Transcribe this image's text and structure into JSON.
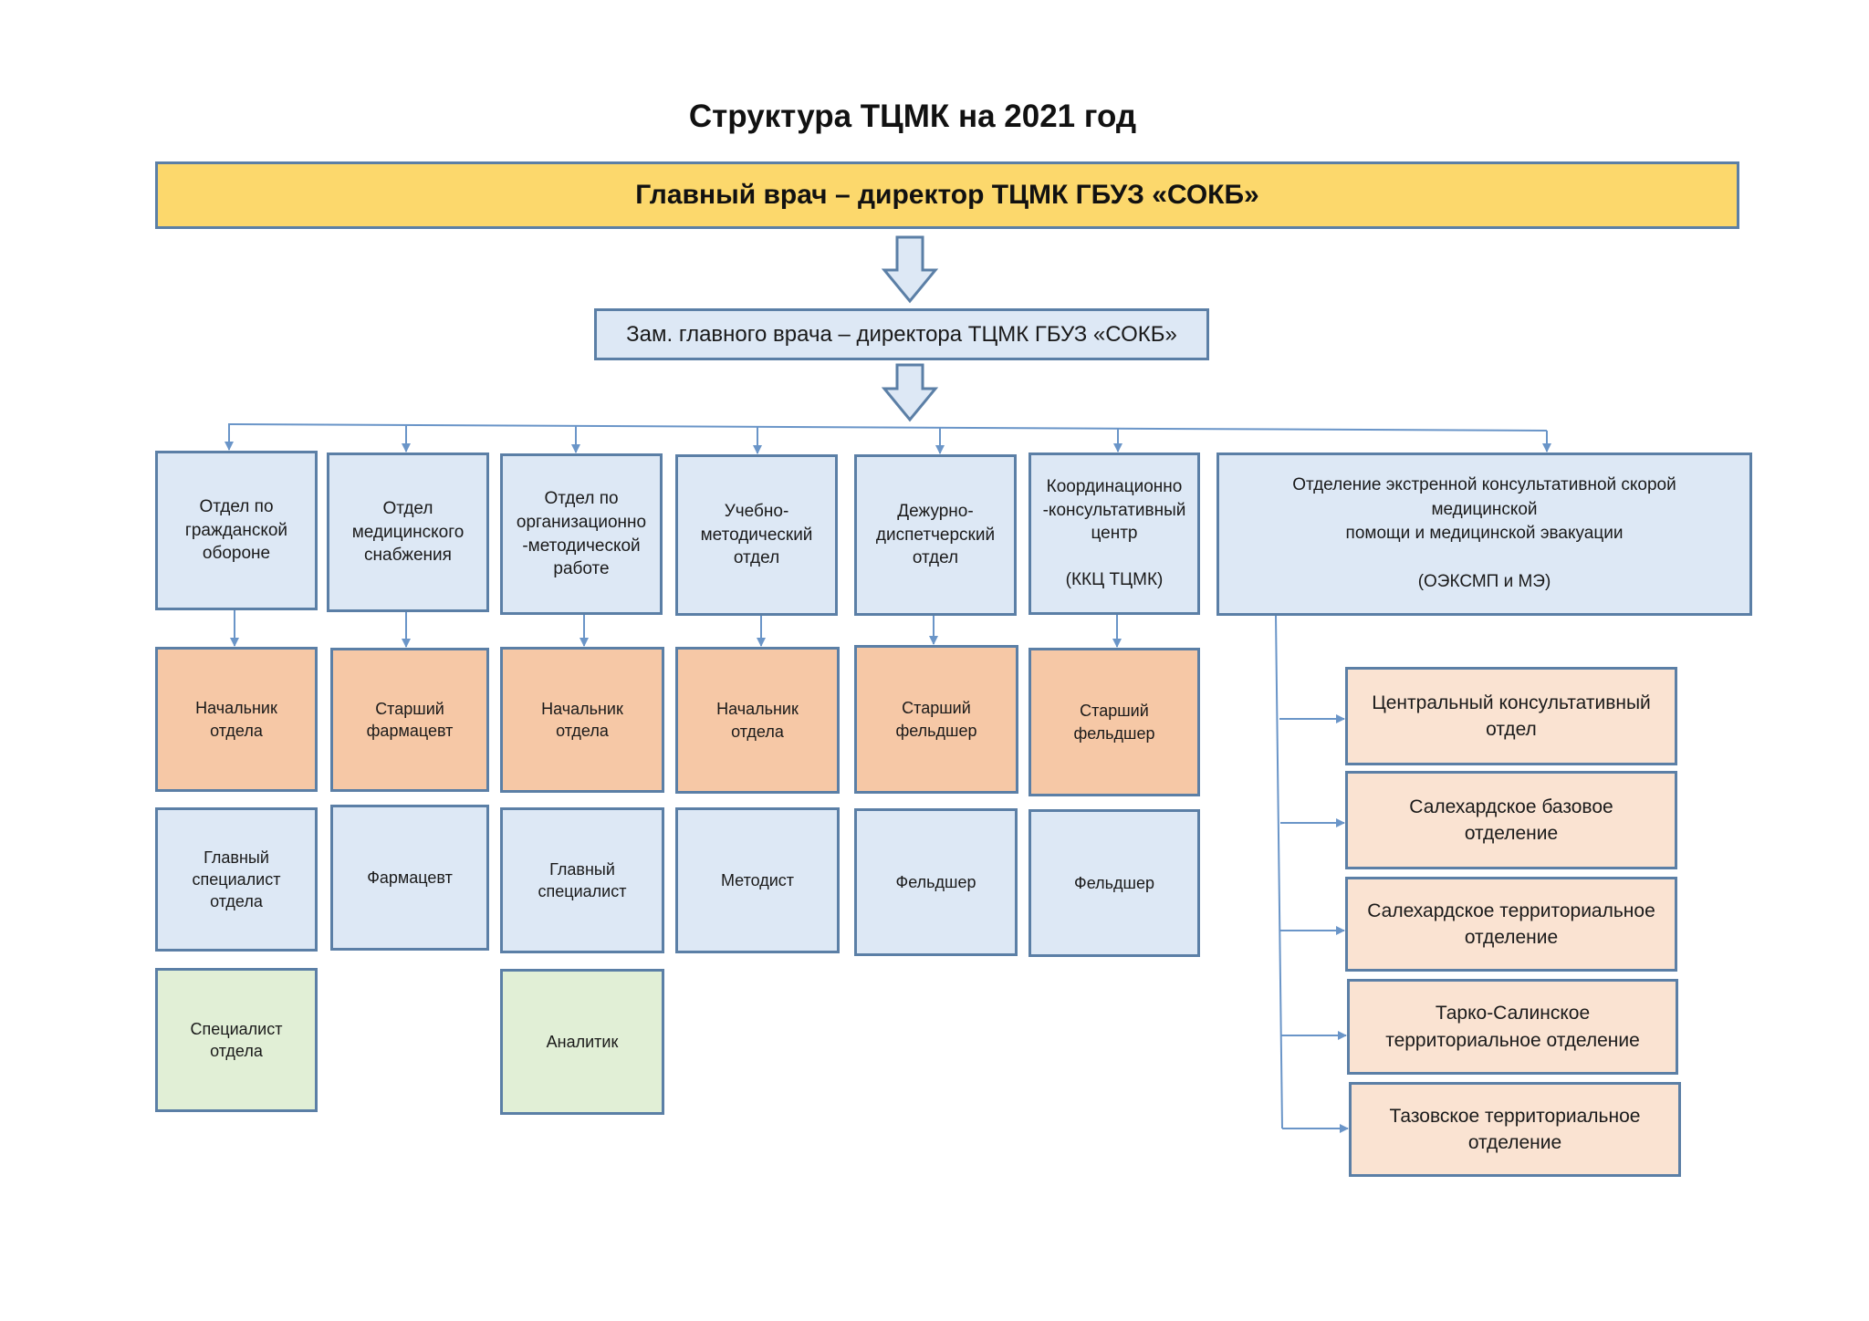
{
  "title": "Структура ТЦМК на 2021 год",
  "head": "Главный врач – директор ТЦМК ГБУЗ «СОКБ»",
  "deputy": "Зам. главного врача – директора ТЦМК ГБУЗ «СОКБ»",
  "departments": [
    {
      "name": "Отдел по\nгражданской\nобороне",
      "roles": [
        "Начальник\nотдела",
        "Главный\nспециалист\nотдела",
        "Специалист\nотдела"
      ]
    },
    {
      "name": "Отдел\nмедицинского\nснабжения",
      "roles": [
        "Старший\nфармацевт",
        "Фармацевт"
      ]
    },
    {
      "name": "Отдел по\nорганизационно\n-методической\nработе",
      "roles": [
        "Начальник\nотдела",
        "Главный\nспециалист",
        "Аналитик"
      ]
    },
    {
      "name": "Учебно-\nметодический\nотдел",
      "roles": [
        "Начальник\nотдела",
        "Методист"
      ]
    },
    {
      "name": "Дежурно-\nдиспетчерский\nотдел",
      "roles": [
        "Старший\nфельдшер",
        "Фельдшер"
      ]
    },
    {
      "name": "Координационно\n-консультативный\nцентр\n\n(ККЦ ТЦМК)",
      "roles": [
        "Старший\nфельдшер",
        "Фельдшер"
      ]
    }
  ],
  "emergency": {
    "name": "Отделение экстренной консультативной скорой медицинской\nпомощи и медицинской эвакуации\n\n(ОЭКСМП и МЭ)",
    "units": [
      "Центральный консультативный\nотдел",
      "Салехардское базовое отделение",
      "Салехардское территориальное\nотделение",
      "Тарко-Салинское\nтерриториальное отделение",
      "Тазовское территориальное\nотделение"
    ]
  },
  "colors": {
    "head_fill": "#fcd86c",
    "dept_fill": "#dde8f5",
    "role_head_fill": "#f6c8a6",
    "role_green_fill": "#e1efd6",
    "unit_fill": "#fae3d2",
    "border": "#5b7fa6",
    "connector": "#6a95c8"
  }
}
